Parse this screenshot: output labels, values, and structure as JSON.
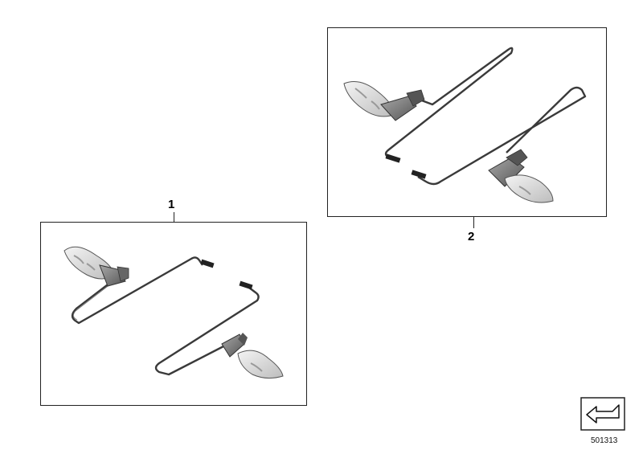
{
  "callouts": {
    "part1": "1",
    "part2": "2"
  },
  "diagram_number": "501313",
  "icons": {
    "nav": "arrow-icon"
  },
  "colors": {
    "wire": "#3a3a3a",
    "lamp_body": "#8a8a8a",
    "lens": "#e6e6e6",
    "frame": "#222222"
  }
}
